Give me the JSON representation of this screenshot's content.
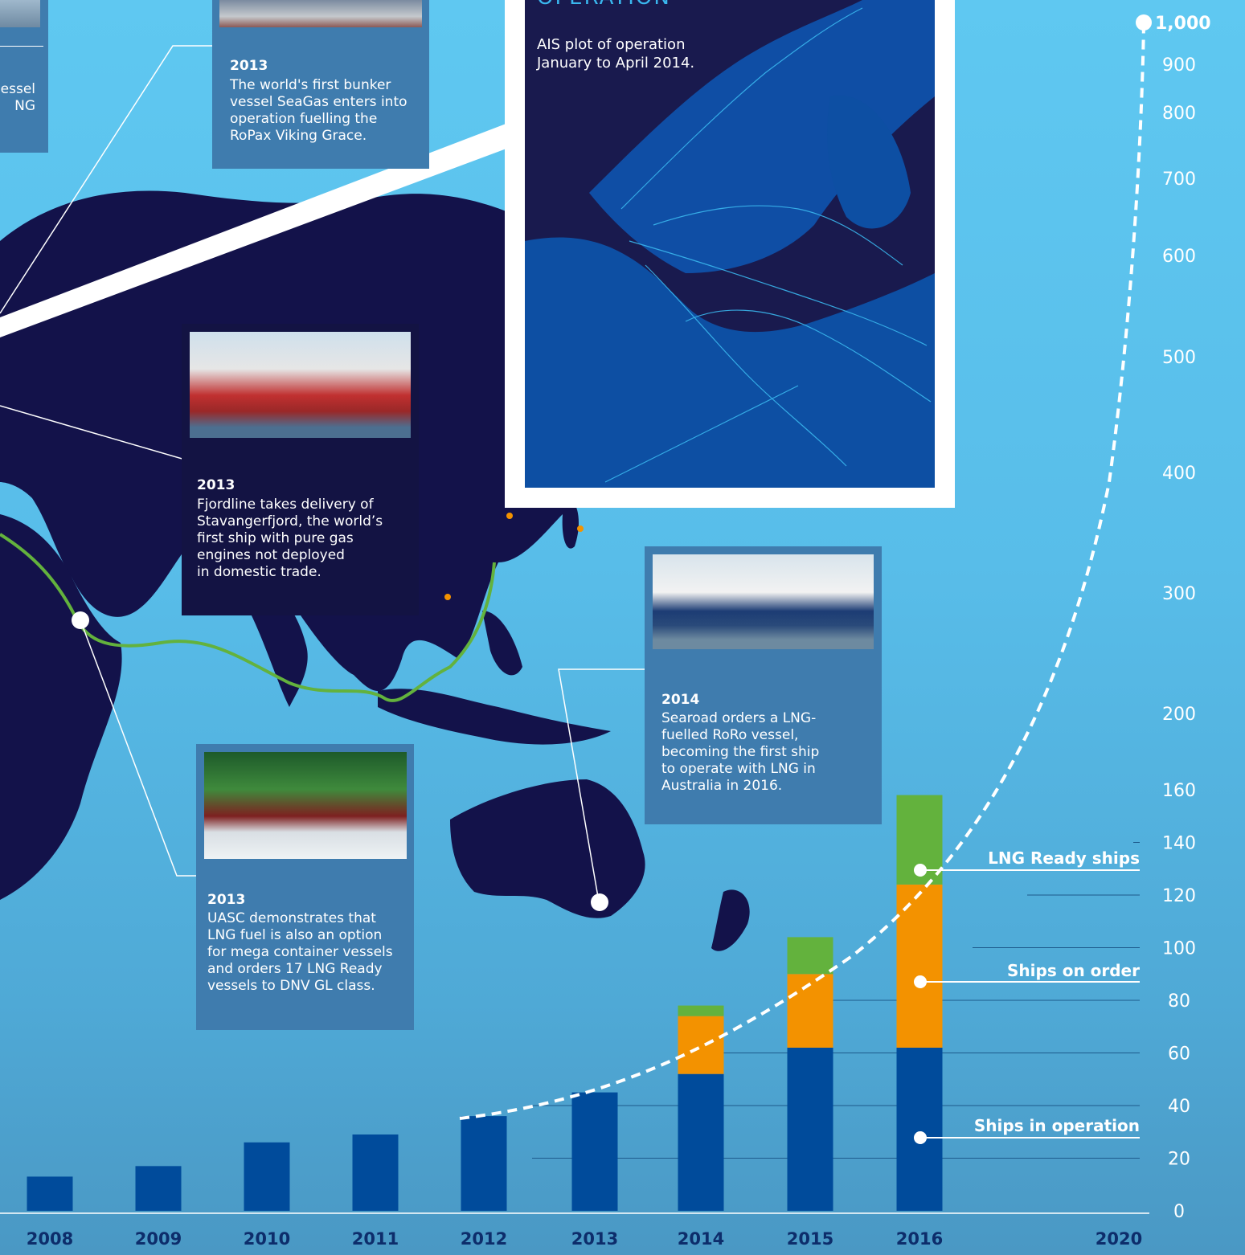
{
  "inset": {
    "title": "OPERATION",
    "caption": "AIS plot of operation\nJanuary to April 2014."
  },
  "cards": [
    {
      "year": "",
      "text": "essel\nNG"
    },
    {
      "year": "2013",
      "text": "The world's first bunker\nvessel SeaGas enters into\noperation fuelling the\nRoPax Viking Grace."
    },
    {
      "year": "2013",
      "text": "Fjordline takes delivery of\nStavangerfjord, the world’s\nfirst ship with pure gas\nengines not deployed\nin domestic trade."
    },
    {
      "year": "2014",
      "text": "Searoad orders a LNG-\nfuelled RoRo vessel,\nbecoming the first ship\nto operate with LNG in\nAustralia in 2016."
    },
    {
      "year": "2013",
      "text": "UASC demonstrates that\nLNG fuel is also an option\nfor mega container vessels\nand orders 17 LNG Ready\nvessels to DNV GL class."
    }
  ],
  "colors": {
    "operation": "#004b9b",
    "on_order": "#f39200",
    "lng_ready": "#63b23d",
    "land": "#13124a",
    "card_blue": "#3f7cae",
    "card_dark": "#131343"
  },
  "chart_data": {
    "type": "bar",
    "categories": [
      "2008",
      "2009",
      "2010",
      "2011",
      "2012",
      "2013",
      "2014",
      "2015",
      "2016",
      "2020"
    ],
    "series": [
      {
        "name": "Ships in operation",
        "values": [
          13,
          17,
          26,
          29,
          36,
          45,
          52,
          62,
          62,
          null
        ]
      },
      {
        "name": "Ships on order",
        "values": [
          0,
          0,
          0,
          0,
          0,
          0,
          22,
          28,
          62,
          null
        ]
      },
      {
        "name": "LNG Ready ships",
        "values": [
          0,
          0,
          0,
          0,
          0,
          0,
          4,
          14,
          34,
          null
        ]
      }
    ],
    "yticks_lower": [
      0,
      20,
      40,
      60,
      80,
      100,
      120,
      140,
      160
    ],
    "yticks_upper": [
      200,
      300,
      400,
      500,
      600,
      700,
      800,
      900,
      "1,000"
    ],
    "legend": [
      "LNG Ready ships",
      "Ships on order",
      "Ships in operation"
    ],
    "trend": "dashed exponential curve from 2012 to 2020 reaching 1,000",
    "xlabel": "",
    "ylabel": ""
  }
}
